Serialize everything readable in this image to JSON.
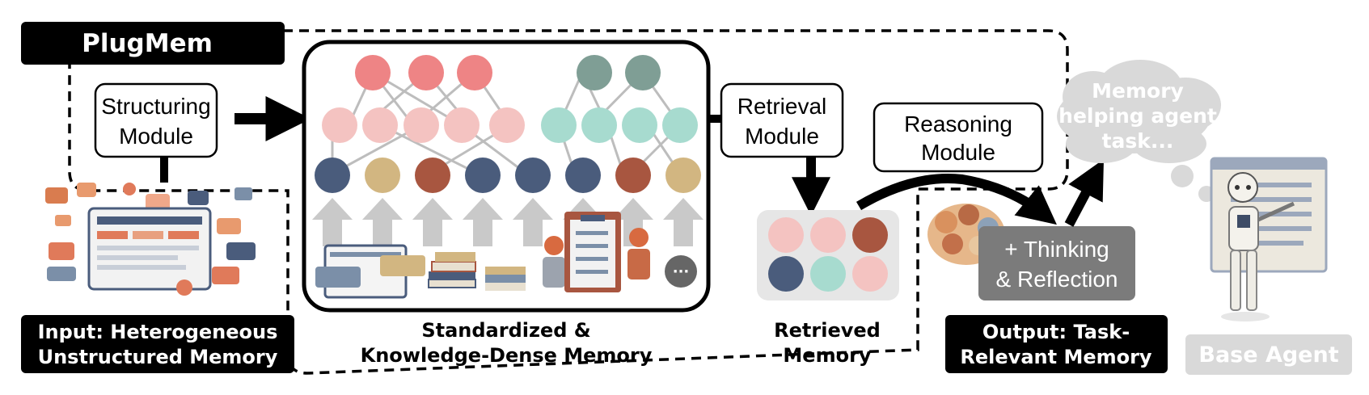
{
  "title": "PlugMem",
  "modules": {
    "structuring": [
      "Structuring",
      "Module"
    ],
    "retrieval": [
      "Retrieval",
      "Module"
    ],
    "reasoning": [
      "Reasoning",
      "Module"
    ]
  },
  "labels": {
    "input": [
      "Input: Heterogeneous",
      "Unstructured Memory"
    ],
    "standardized": [
      "Standardized &",
      "Knowledge-Dense Memory"
    ],
    "retrieved": [
      "Retrieved",
      "Memory"
    ],
    "output": [
      "Output: Task-",
      "Relevant Memory"
    ],
    "base_agent": "Base Agent"
  },
  "thinking": [
    "+ Thinking",
    "& Reflection"
  ],
  "thought_bubble": [
    "Memory",
    "helping agent",
    "task..."
  ],
  "more_badge": "···",
  "colors": {
    "red_top": "#EE8485",
    "red_mid": "#F4C3C1",
    "teal_top": "#7F9E95",
    "teal_mid": "#A7DBCF",
    "navy": "#4A5C7C",
    "sand": "#D2B681",
    "rust": "#A85640",
    "gray_arrow": "#C9C9C9",
    "retrieved_bg": "#E6E6E6",
    "thinking_bg": "#7B7B7B",
    "base_agent_gray": "#D9D9D9"
  }
}
